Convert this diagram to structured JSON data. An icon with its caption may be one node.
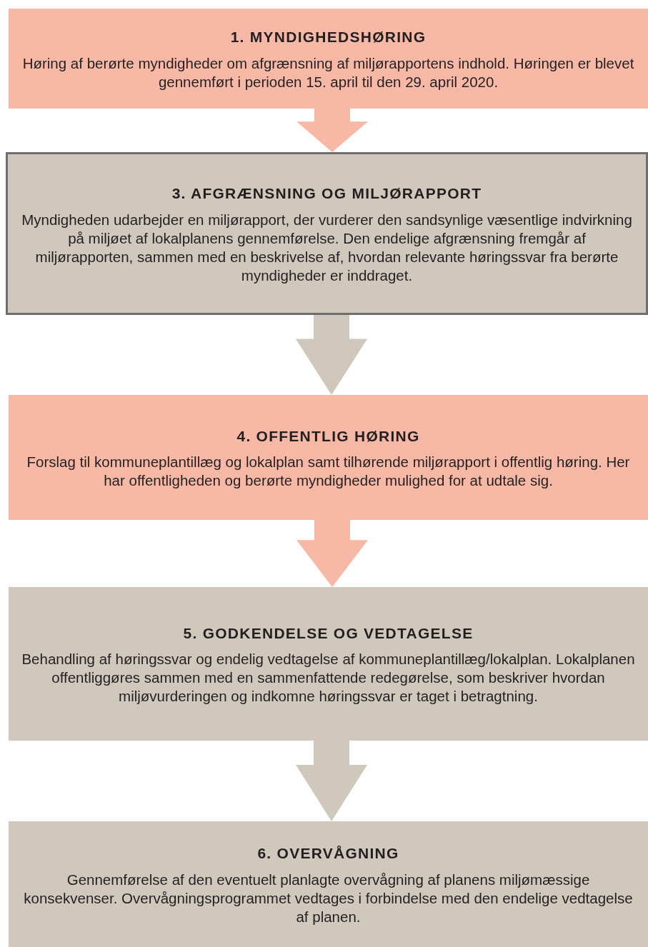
{
  "diagram": {
    "nodes": [
      {
        "text": [
          "1. MYNDIGHEDSHØRING",
          "Høring af berørte myndigheder om afgrænsning af miljørapportens indhold. Høringen er blevet gennemført i perioden 15. april til den 29. april 2020."
        ]
      },
      {
        "text": [
          "3. AFGRÆNSNING OG MILJØRAPPORT",
          "Myndigheden udarbejder en miljørapport, der vurderer den sandsynlige væsentlige indvirkning på miljøet af lokalplanens gennemførelse. Den endelige afgrænsning fremgår af miljørapporten, sammen med en beskrivelse af, hvordan relevante høringssvar fra berørte myndigheder er inddraget."
        ]
      },
      {
        "text": [
          "4. OFFENTLIG HØRING",
          "Forslag til kommuneplantillæg og lokalplan samt tilhørende miljørapport i offentlig høring. Her har offentligheden og berørte myndigheder mulighed for at udtale sig."
        ]
      },
      {
        "text": [
          "5. GODKENDELSE OG VEDTAGELSE",
          "Behandling af høringssvar og endelig vedtagelse af kommuneplantillæg/lokalplan. Lokalplanen offentliggøres sammen med en sammenfattende redegørelse, som beskriver hvordan miljøvurderingen og indkomne høringssvar er taget i betragtning."
        ]
      },
      {
        "text": [
          "6. OVERVÅGNING",
          "Gennemførelse af den eventuelt planlagte overvågning af planens miljømæssige konsekvenser. Overvågningsprogrammet vedtages i forbindelse med den endelige vedtagelse af planen."
        ]
      }
    ],
    "edges": [
      {
        "from": 0,
        "to": 1,
        "arrow": "to",
        "color": "#f8b8a6"
      },
      {
        "from": 1,
        "to": 2,
        "arrow": "to",
        "color": "#d0c8bc"
      },
      {
        "from": 2,
        "to": 3,
        "arrow": "to",
        "color": "#f8b8a6"
      },
      {
        "from": 3,
        "to": 4,
        "arrow": "to",
        "color": "#d0c8bc"
      }
    ]
  }
}
